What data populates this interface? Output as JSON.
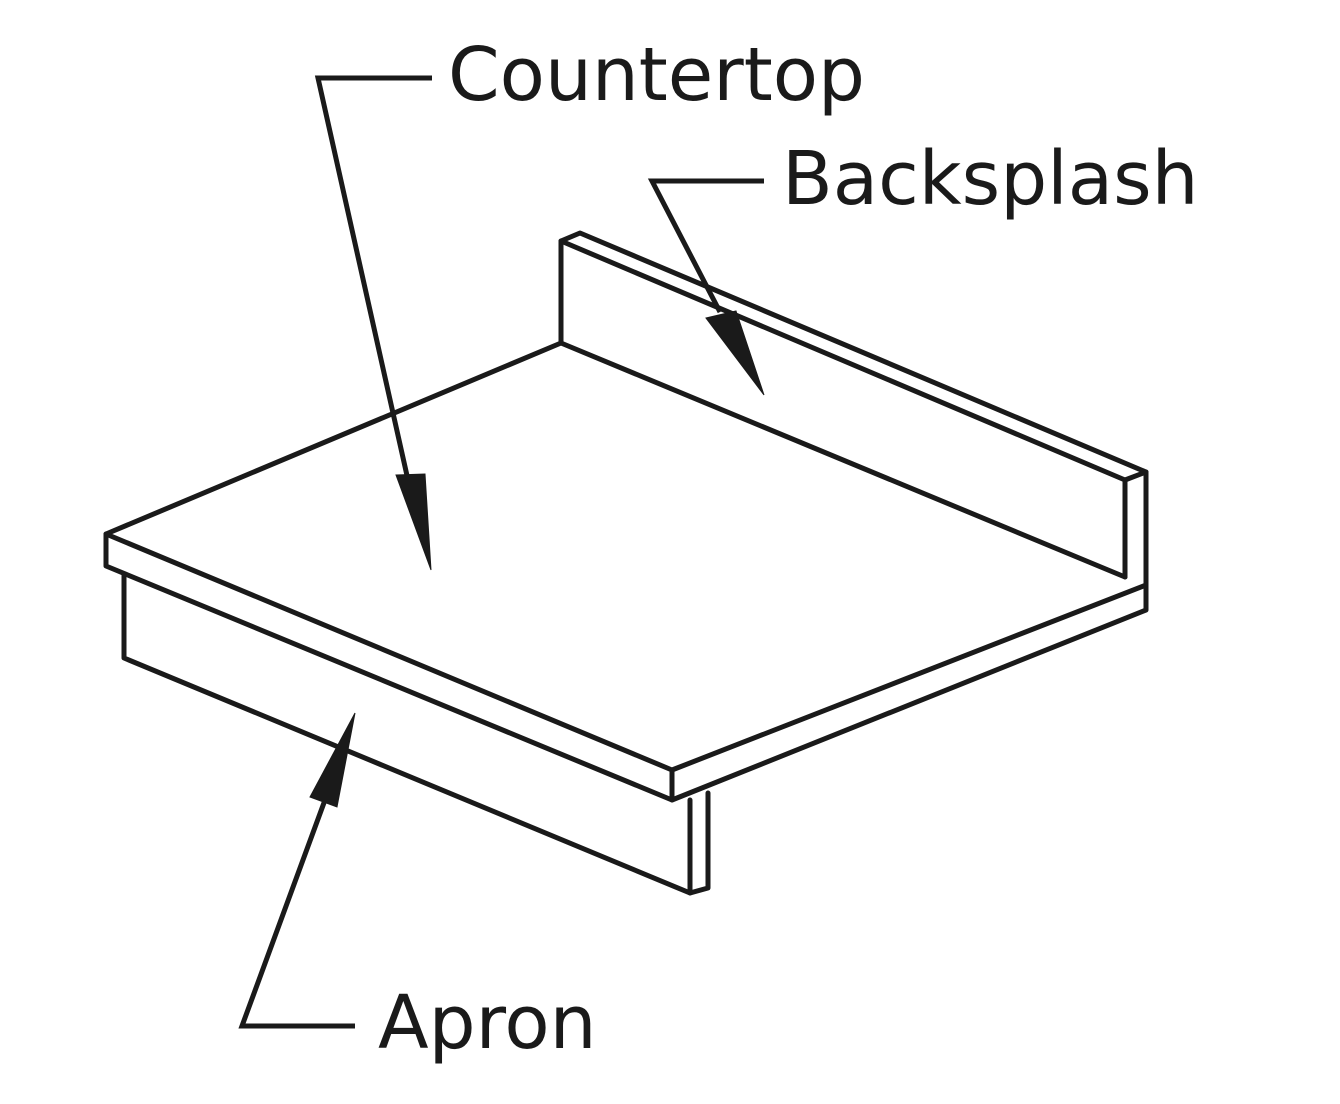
{
  "diagram": {
    "type": "isometric line drawing",
    "subject": "countertop assembly",
    "stroke_color": "#1a1a1a",
    "background": "#ffffff",
    "labels": {
      "countertop": "Countertop",
      "backsplash": "Backsplash",
      "apron": "Apron"
    },
    "parts": [
      "Countertop",
      "Backsplash",
      "Apron"
    ]
  }
}
